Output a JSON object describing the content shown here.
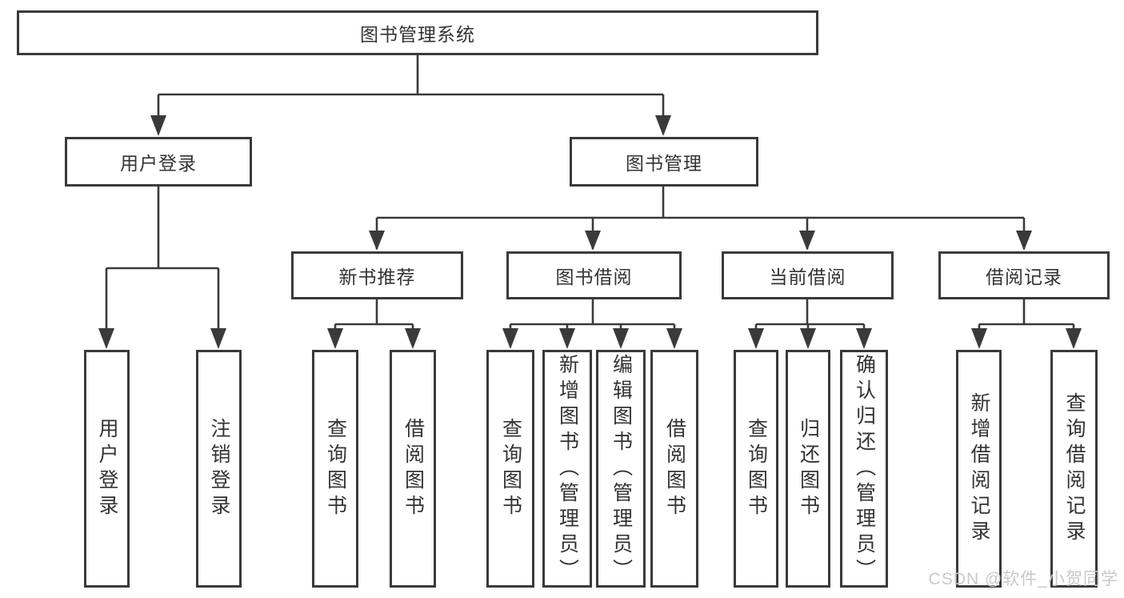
{
  "diagram": {
    "root": {
      "label": "图书管理系统"
    },
    "login": {
      "label": "用户登录",
      "children": [
        {
          "label": "用户登录"
        },
        {
          "label": "注销登录"
        }
      ]
    },
    "management": {
      "label": "图书管理",
      "groups": [
        {
          "label": "新书推荐",
          "children": [
            {
              "label": "查询图书"
            },
            {
              "label": "借阅图书"
            }
          ]
        },
        {
          "label": "图书借阅",
          "children": [
            {
              "label": "查询图书"
            },
            {
              "label": "新增图书（管理员）"
            },
            {
              "label": "编辑图书（管理员）"
            },
            {
              "label": "借阅图书"
            }
          ]
        },
        {
          "label": "当前借阅",
          "children": [
            {
              "label": "查询图书"
            },
            {
              "label": "归还图书"
            },
            {
              "label": "确认归还（管理员）"
            }
          ]
        },
        {
          "label": "借阅记录",
          "children": [
            {
              "label": "新增借阅记录"
            },
            {
              "label": "查询借阅记录"
            }
          ]
        }
      ]
    }
  },
  "watermark": {
    "text": "CSDN @软件_小贺同学"
  },
  "colors": {
    "line": "#3a3a3a",
    "text": "#333333",
    "background": "#ffffff",
    "watermark": "#c9c9c9"
  }
}
